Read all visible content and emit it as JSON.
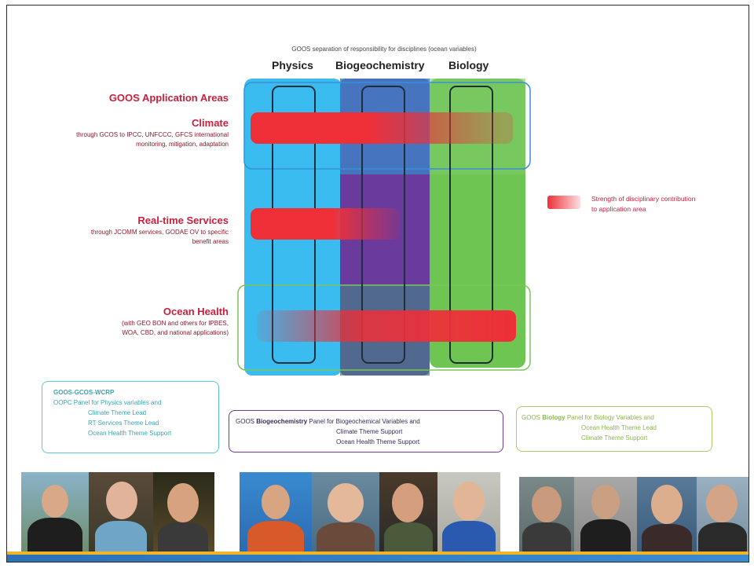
{
  "header": {
    "separation_note": "GOOS separation of responsibility for disciplines (ocean variables)"
  },
  "columns": [
    {
      "label": "Physics",
      "color": "#29b6f0"
    },
    {
      "label": "Biogeochemistry",
      "color": "#6a3a9c"
    },
    {
      "label": "Biology",
      "color": "#5fbf3f"
    }
  ],
  "application_areas": {
    "heading": "GOOS Application Areas",
    "items": [
      {
        "title": "Climate",
        "description": "through GCOS to IPCC, UNFCCC, GFCS international monitoring, mitigation, adaptation"
      },
      {
        "title": "Real-time Services",
        "description": "through JCOMM services, GODAE OV to specific benefit areas"
      },
      {
        "title": "Ocean Health",
        "description": "(with GEO BON and others for IPBES, WOA, CBD, and national applications)"
      }
    ]
  },
  "legend": {
    "text": "Strength of disciplinary contribution to application area",
    "color": "#e8323a"
  },
  "panels": {
    "physics": {
      "line1": "GOOS-GCOS-WCRP",
      "line2": "OOPC Panel for Physics variables and",
      "line3": "Climate Theme Lead",
      "line4": "RT Services Theme Lead",
      "line5": "Ocean Health Theme Support",
      "color": "#5cc8cf"
    },
    "biogeochemistry": {
      "prefix": "GOOS",
      "bold": "Biogeochemistry",
      "line1_rest": "Panel for Biogeochemical Variables and",
      "line2": "Climate Theme Support",
      "line3": "Ocean Health Theme Support",
      "color": "#6a3a9c"
    },
    "biology": {
      "prefix": "GOOS",
      "bold": "Biology",
      "line1_rest": "Panel for Biology Variables and",
      "line2": "Ocean Health Theme Lead",
      "line3": "Climate Theme Support",
      "color": "#a7cc6a"
    }
  }
}
